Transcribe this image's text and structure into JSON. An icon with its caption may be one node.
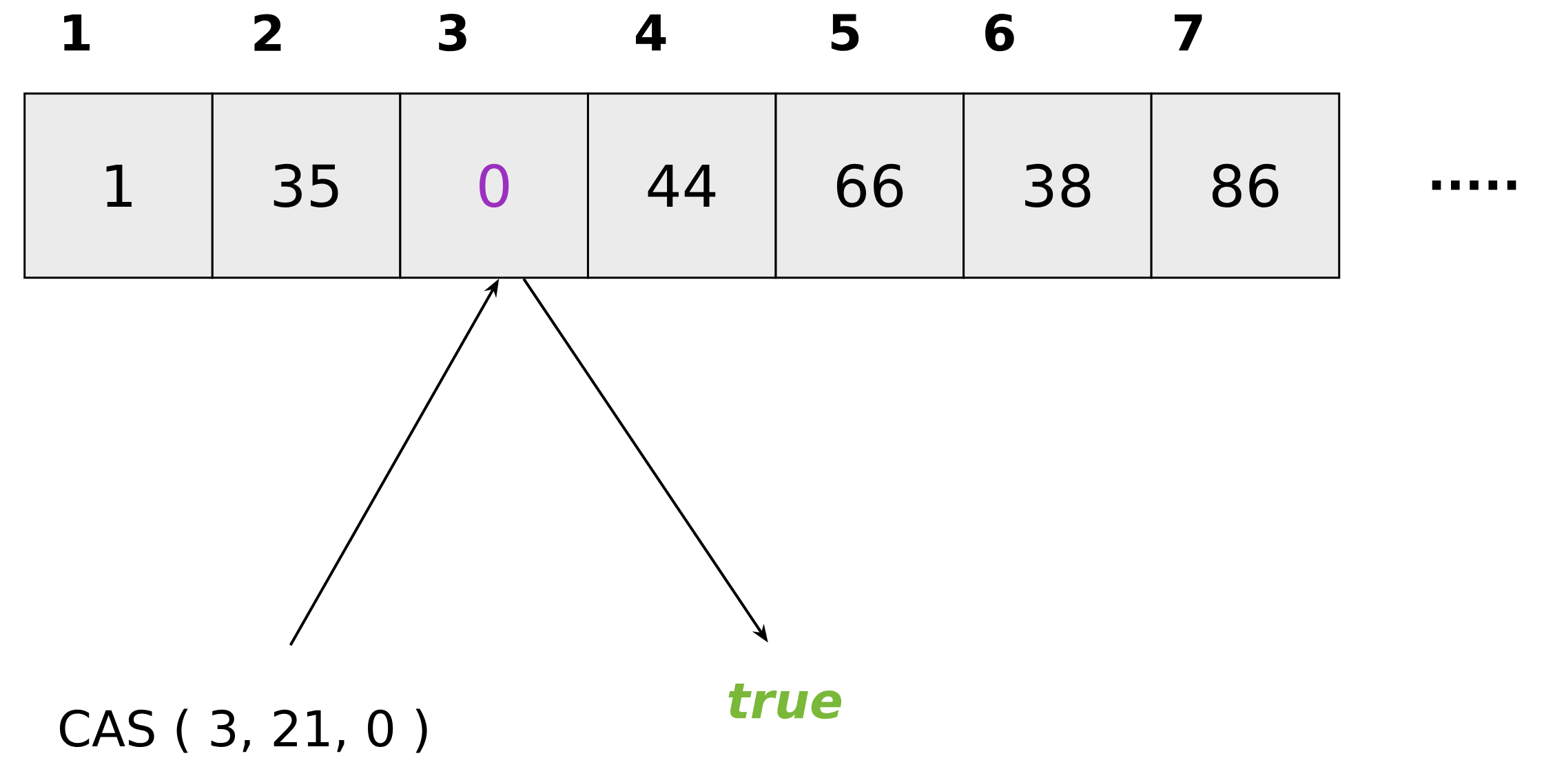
{
  "diagram": {
    "nodes": [
      {
        "text": [
          "1"
        ]
      },
      {
        "text": [
          "35"
        ]
      },
      {
        "text": [
          "0"
        ]
      },
      {
        "text": [
          "44"
        ]
      },
      {
        "text": [
          "66"
        ]
      },
      {
        "text": [
          "38"
        ]
      },
      {
        "text": [
          "86"
        ]
      },
      {
        "text": [
          "CAS ( 3, 21, 0 )"
        ]
      },
      {
        "text": [
          "true"
        ]
      }
    ],
    "edges": [
      {
        "from": 7,
        "to": 2,
        "arrow": "to"
      },
      {
        "from": 2,
        "to": 8,
        "arrow": "to"
      }
    ],
    "labels": [
      "1",
      "2",
      "3",
      "4",
      "5",
      "6",
      "7",
      "....."
    ]
  }
}
